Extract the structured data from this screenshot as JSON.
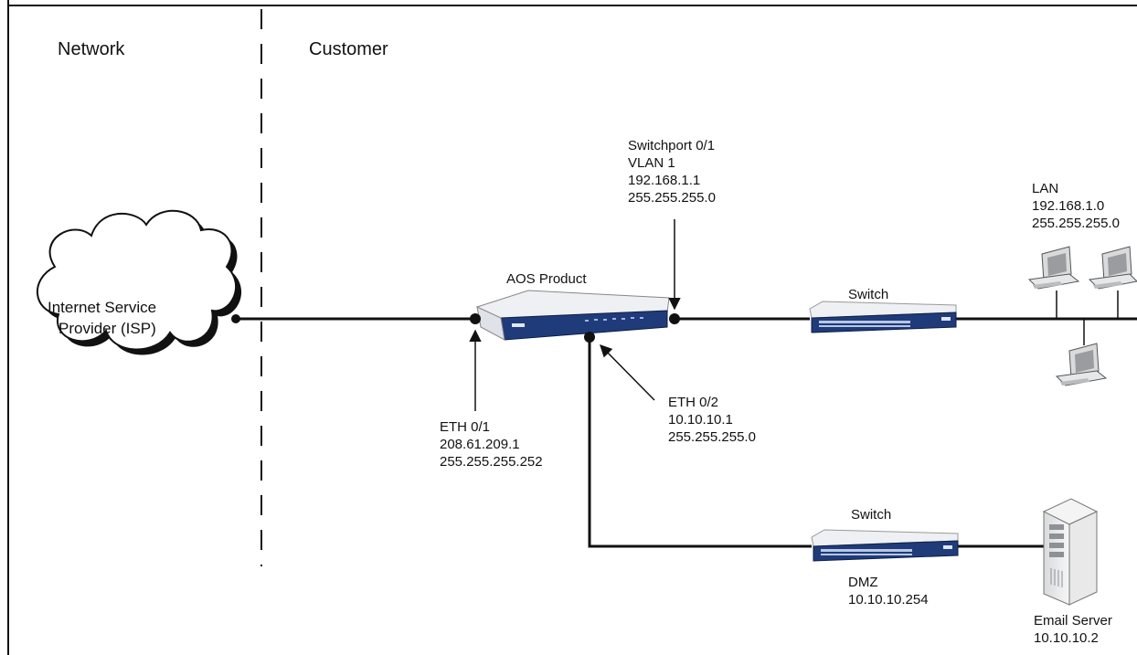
{
  "zones": {
    "network": "Network",
    "customer": "Customer"
  },
  "isp": {
    "line1": "Internet Service",
    "line2": "Provider (ISP)"
  },
  "aos": {
    "label": "AOS Product"
  },
  "eth01": {
    "name": "ETH 0/1",
    "ip": "208.61.209.1",
    "mask": "255.255.255.252"
  },
  "eth02": {
    "name": "ETH 0/2",
    "ip": "10.10.10.1",
    "mask": "255.255.255.0"
  },
  "switchport": {
    "name": "Switchport 0/1",
    "vlan": "VLAN 1",
    "ip": "192.168.1.1",
    "mask": "255.255.255.0"
  },
  "lan": {
    "name": "LAN",
    "ip": "192.168.1.0",
    "mask": "255.255.255.0"
  },
  "switch_top": {
    "label": "Switch"
  },
  "switch_bottom": {
    "label": "Switch"
  },
  "dmz": {
    "name": "DMZ",
    "ip": "10.10.10.254"
  },
  "email_server": {
    "name": "Email Server",
    "ip": "10.10.10.2"
  },
  "colors": {
    "device_blue": "#1f3b7a",
    "device_body": "#f2f4f8",
    "line": "#111111"
  }
}
